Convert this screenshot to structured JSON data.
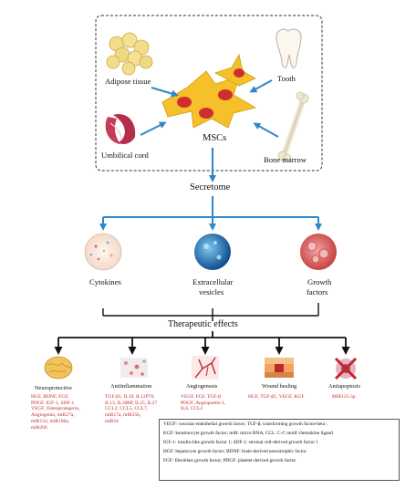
{
  "sources": {
    "adipose": "Adipose tissue",
    "tooth": "Tooth",
    "umbilical": "Umbilical cord",
    "bone": "Bone marrow"
  },
  "center": "MSCs",
  "secretome": "Secretome",
  "components": {
    "cytokines": "Cytokines",
    "ev_line1": "Extracellular",
    "ev_line2": "vesicles",
    "gf_line1": "Growth",
    "gf_line2": "factors"
  },
  "therapeutic": "Therapeutic effects",
  "effects": [
    {
      "title": "Neuroprotective",
      "items": [
        "HGF, BDNF, FGF,",
        "PDGF, IGF-1, SDF-1",
        "VEGF, Osteoprotegerin,",
        "Angiogenin, miR27a,",
        "miR133, miR196a,",
        "miR206"
      ]
    },
    {
      "title": "Antiinflammation",
      "items": [
        "TGF-β1, IL10, IL12P70,",
        "IL13, IL18BP, IL25, IL27",
        "CCL2, CCL5, CCL7,",
        "miR17a, miR15b,",
        "miR16"
      ]
    },
    {
      "title": "Angiogenesis",
      "items": [
        "VEGF, FGF, TGF-β",
        "PDGF, Angiopoetin-1,",
        "IL6, CCL2"
      ]
    },
    {
      "title": "Wound healing",
      "items": [
        "HGF, TGF-β1, VEGF, KGF"
      ]
    },
    {
      "title": "Antiapoptosis",
      "items": [
        "MiR125-5p"
      ]
    }
  ],
  "abbreviations": [
    "VEGF: vascular endothelial growth factor; TGF-β; transforming growth factor-beta ;",
    "KGF: keratinocyte growth factor;  miR: micro RNA; CCL: C-C motif chemokine ligand",
    "IGF-1: insulin-like growth factor 1;  SDF-1: stromal cell-derived growth factor 1",
    "HGF: hepatocyte growth factor; BDNF: brain-derived neurotrophic factor",
    "FGF: fibroblast growth factor; PDGF: platelet-derived growth factor"
  ],
  "colors": {
    "arrow_blue": "#2f86c8",
    "cell_yellow": "#f5c02a",
    "nucleus_red": "#cf2e2e",
    "list_red": "#c0282d"
  }
}
